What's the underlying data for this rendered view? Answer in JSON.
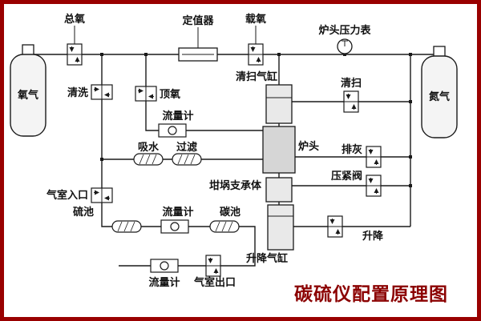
{
  "title": "碳硫仪配置原理图",
  "colors": {
    "frame_border": "#990000",
    "title_text": "#8b0000",
    "line": "#1a1a1a"
  },
  "labels": {
    "total_oxygen": "总氧",
    "regulator": "定值器",
    "carrier_oxygen": "载氧",
    "furnace_pressure_gauge": "炉头压力表",
    "oxygen_cylinder": "氧气",
    "nitrogen_cylinder": "氮气",
    "purge": "清洗",
    "top_oxygen": "顶氧",
    "sweep_cylinder": "清扫气缸",
    "sweep": "清扫",
    "flow_meter_top": "流量计",
    "water_absorber": "吸水",
    "filter": "过滤",
    "furnace_head": "炉头",
    "ash_discharge": "排灰",
    "clamp_valve": "压紧阀",
    "gas_chamber_inlet": "气室入口",
    "crucible_support": "坩埚支承体",
    "sulfur_cell": "硫池",
    "flow_meter_mid": "流量计",
    "carbon_cell": "碳池",
    "lift": "升降",
    "lift_cylinder": "升降气缸",
    "flow_meter_bottom": "流量计",
    "gas_chamber_outlet": "气室出口"
  }
}
